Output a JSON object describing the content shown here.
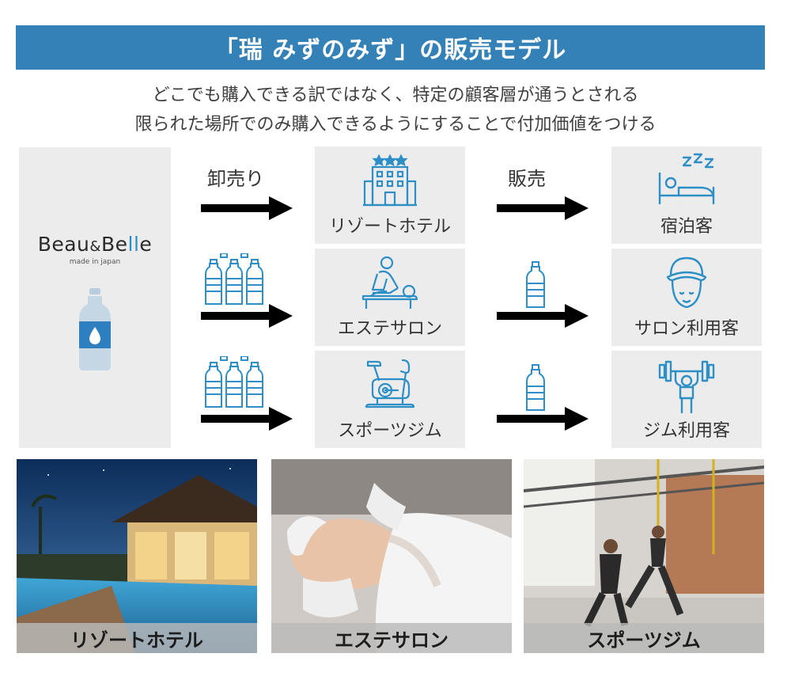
{
  "header": {
    "title": "「瑞 みずのみず」の販売モデル",
    "subtitle_line1": "どこでも購入できる訳ではなく、特定の顧客層が通うとされる",
    "subtitle_line2": "限られた場所でのみ購入できるようにすることで付加価値をつける"
  },
  "brand": {
    "name_part1": "Beau",
    "ampersand": "&",
    "name_part2_prefix": "Be",
    "name_part2_accent": "ll",
    "name_part2_suffix": "e",
    "tagline": "made in japan"
  },
  "flow": {
    "wholesale_label": "卸売り",
    "retail_label": "販売"
  },
  "venues": [
    {
      "label": "リゾートホテル",
      "icon": "hotel-icon"
    },
    {
      "label": "エステサロン",
      "icon": "massage-icon"
    },
    {
      "label": "スポーツジム",
      "icon": "exercise-bike-icon"
    }
  ],
  "customers": [
    {
      "label": "宿泊客",
      "icon": "sleeping-bed-icon"
    },
    {
      "label": "サロン利用客",
      "icon": "towel-head-icon"
    },
    {
      "label": "ジム利用客",
      "icon": "weightlifter-icon"
    }
  ],
  "photos": [
    {
      "caption": "リゾートホテル",
      "scene": "resort-hotel-photo"
    },
    {
      "caption": "エステサロン",
      "scene": "esthetic-salon-photo"
    },
    {
      "caption": "スポーツジム",
      "scene": "sports-gym-photo"
    }
  ],
  "colors": {
    "accent": "#3481b8",
    "icon_blue": "#2d8fc6",
    "panel": "#ececec",
    "arrow": "#000000"
  }
}
